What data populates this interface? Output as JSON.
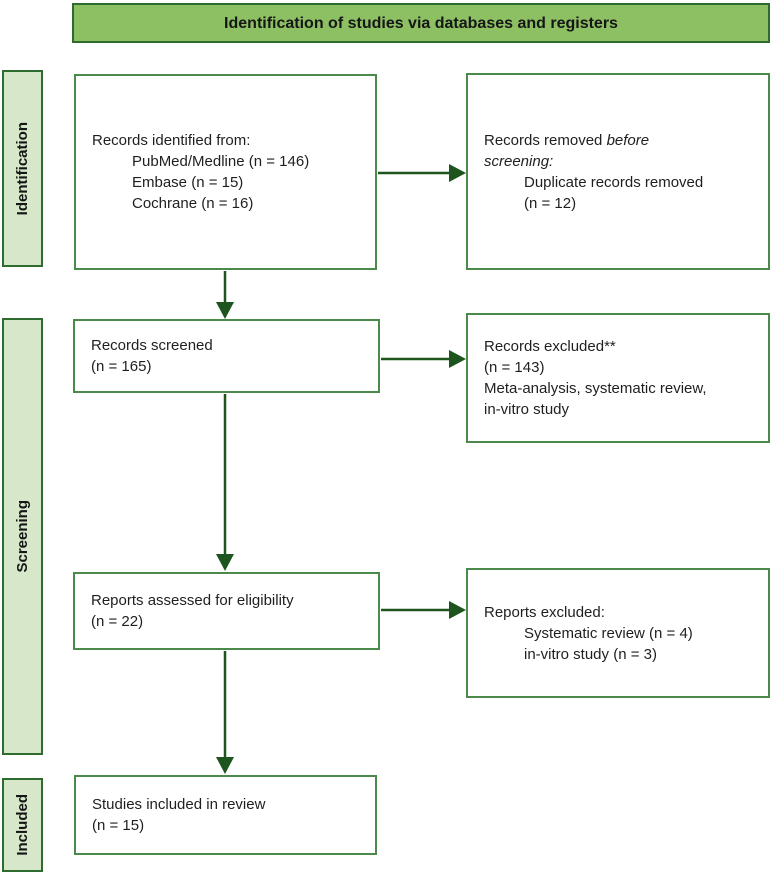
{
  "header": {
    "title": "Identification of studies via databases and registers"
  },
  "sidebar": {
    "stages": [
      {
        "label": "Identification"
      },
      {
        "label": "Screening"
      },
      {
        "label": "Included"
      }
    ]
  },
  "boxes": {
    "records_identified": {
      "title": "Records identified from:",
      "items": [
        "PubMed/Medline (n = 146)",
        "Embase (n = 15)",
        "Cochrane (n = 16)"
      ]
    },
    "records_removed": {
      "intro_normal": "Records removed ",
      "intro_italic_line1": "before",
      "intro_italic_line2": "screening:",
      "items": [
        "Duplicate records removed",
        "(n = 12)"
      ]
    },
    "records_screened": {
      "lines": [
        "Records screened",
        "(n = 165)"
      ]
    },
    "records_excluded": {
      "lines": [
        "Records excluded**",
        "(n = 143)",
        "Meta-analysis, systematic review,",
        "in-vitro study"
      ]
    },
    "reports_assessed": {
      "lines": [
        "Reports assessed for eligibility",
        "(n = 22)"
      ]
    },
    "reports_excluded": {
      "title": "Reports excluded:",
      "items": [
        "Systematic review (n = 4)",
        "in-vitro study (n = 3)"
      ]
    },
    "studies_included": {
      "lines": [
        "Studies included in review",
        "(n = 15)"
      ]
    }
  },
  "colors": {
    "accent_dark": "#1e551e",
    "accent_border": "#2e6b2e",
    "box_border": "#4c8a4c",
    "header_fill": "#8cc063",
    "stage_fill": "#d6e8c9",
    "text": "#1f1f1f"
  }
}
